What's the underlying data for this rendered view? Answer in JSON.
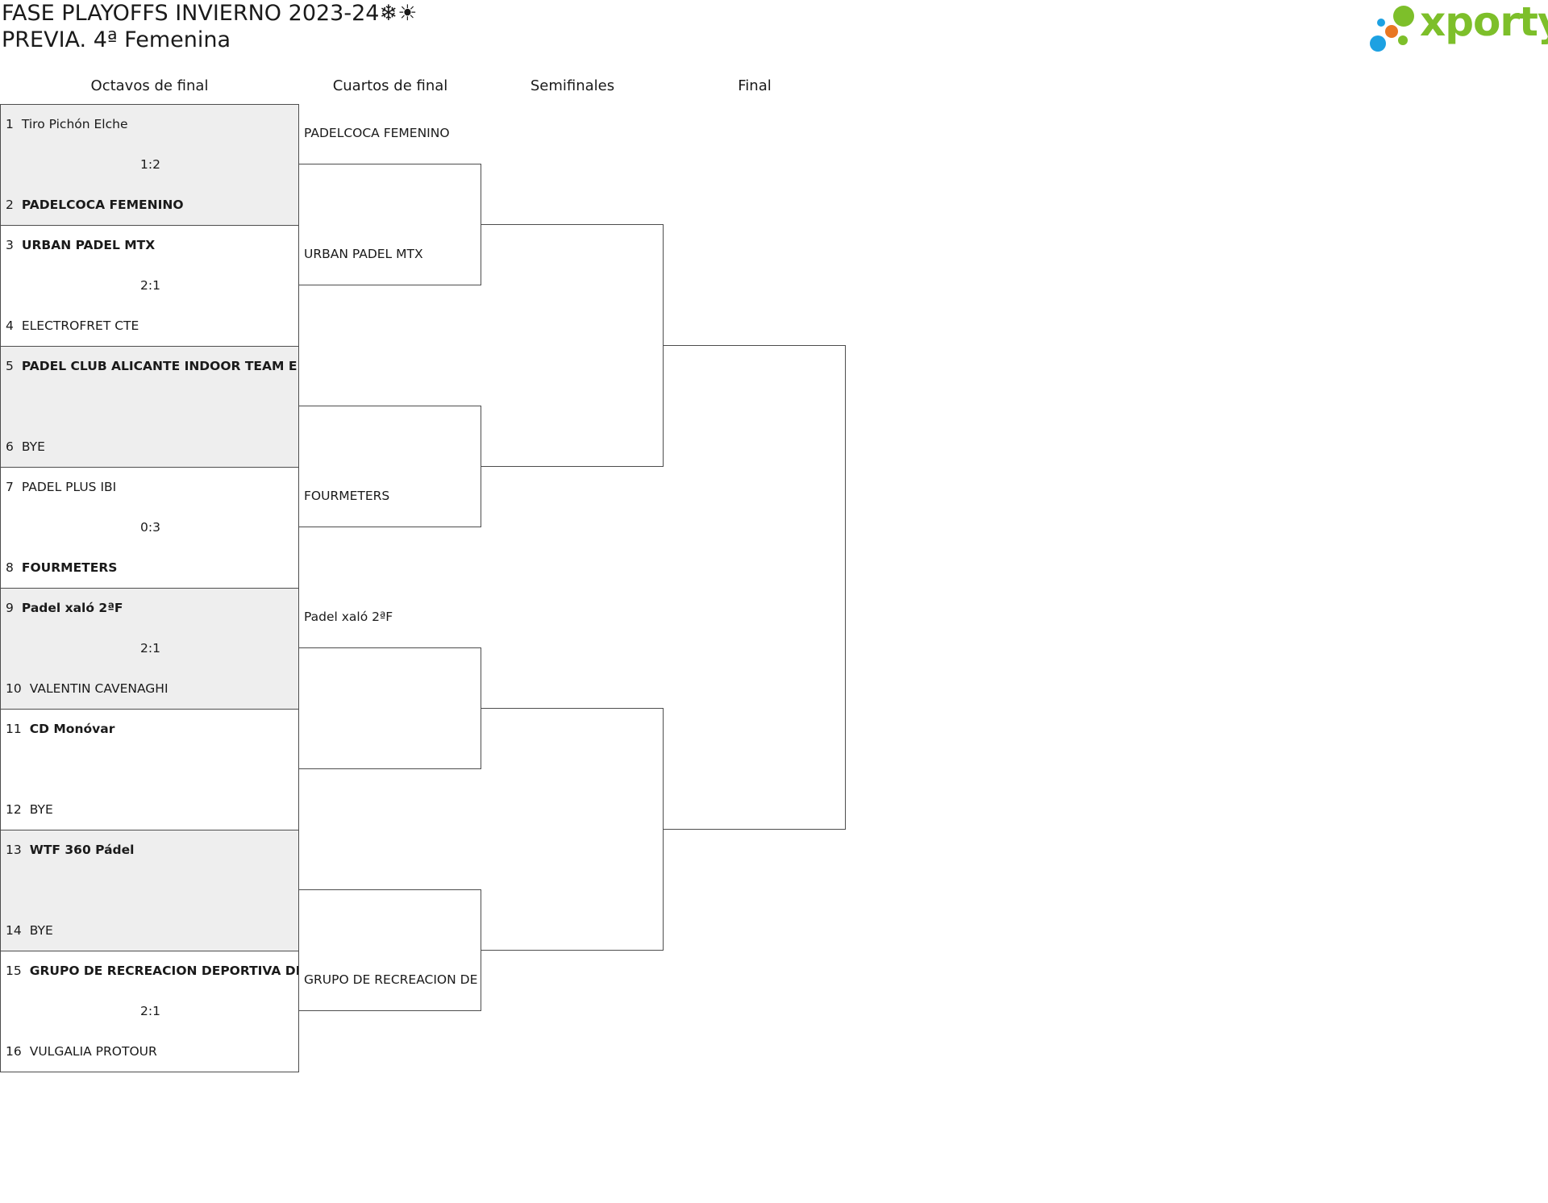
{
  "header": {
    "title_line1": "FASE PLAYOFFS INVIERNO 2023-24❄☀",
    "title_line2": "PREVIA. 4ª Femenina",
    "logo_text": "xporty",
    "logo_colors": [
      "#7dbf2a",
      "#1da1e2",
      "#e87722"
    ]
  },
  "rounds": [
    "Octavos de final",
    "Cuartos de final",
    "Semifinales",
    "Final"
  ],
  "octavos": [
    {
      "top": {
        "seed": "1",
        "name": "Tiro Pichón Elche"
      },
      "bottom": {
        "seed": "2",
        "name": "PADELCOCA FEMENINO"
      },
      "score": "1:2",
      "winner": "bottom"
    },
    {
      "top": {
        "seed": "3",
        "name": "URBAN PADEL MTX"
      },
      "bottom": {
        "seed": "4",
        "name": "ELECTROFRET CTE"
      },
      "score": "2:1",
      "winner": "top"
    },
    {
      "top": {
        "seed": "5",
        "name": "PADEL CLUB ALICANTE INDOOR TEAM E"
      },
      "bottom": {
        "seed": "6",
        "name": "BYE"
      },
      "score": "",
      "winner": "top"
    },
    {
      "top": {
        "seed": "7",
        "name": "PADEL PLUS IBI"
      },
      "bottom": {
        "seed": "8",
        "name": "FOURMETERS"
      },
      "score": "0:3",
      "winner": "bottom"
    },
    {
      "top": {
        "seed": "9",
        "name": "Padel xaló 2ªF"
      },
      "bottom": {
        "seed": "10",
        "name": "VALENTIN CAVENAGHI"
      },
      "score": "2:1",
      "winner": "top"
    },
    {
      "top": {
        "seed": "11",
        "name": "CD Monóvar"
      },
      "bottom": {
        "seed": "12",
        "name": "BYE"
      },
      "score": "",
      "winner": "top"
    },
    {
      "top": {
        "seed": "13",
        "name": "WTF 360 Pádel"
      },
      "bottom": {
        "seed": "14",
        "name": "BYE"
      },
      "score": "",
      "winner": "top"
    },
    {
      "top": {
        "seed": "15",
        "name": "GRUPO DE RECREACION DEPORTIVA DE PA"
      },
      "bottom": {
        "seed": "16",
        "name": "VULGALIA PROTOUR"
      },
      "score": "2:1",
      "winner": "top"
    }
  ],
  "cuartos_names": [
    "PADELCOCA FEMENINO",
    "URBAN PADEL MTX",
    "",
    "FOURMETERS",
    "Padel xaló 2ªF",
    "",
    "",
    "GRUPO DE RECREACION DE"
  ]
}
